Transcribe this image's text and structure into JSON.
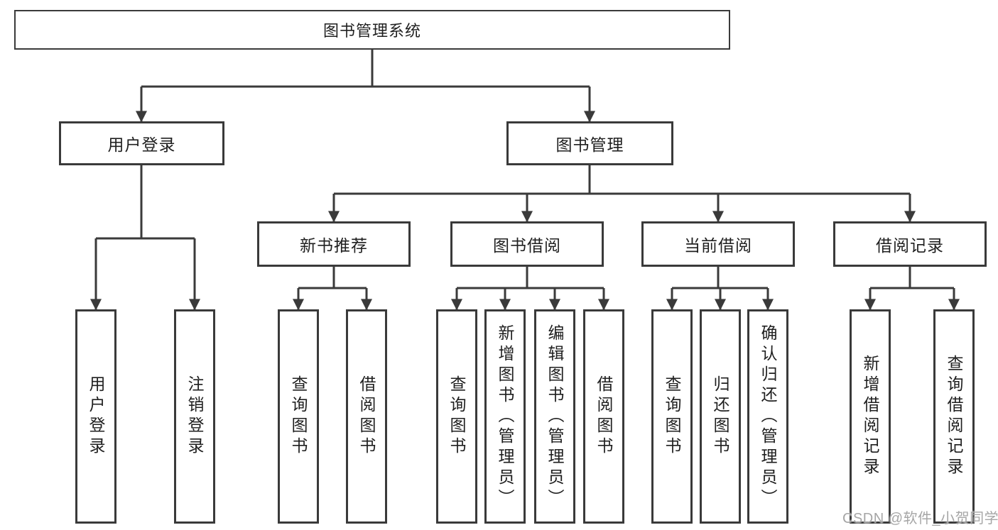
{
  "diagram": {
    "root": {
      "label": "图书管理系统",
      "children": [
        {
          "label": "用户登录",
          "children": [
            {
              "label": "用户登录"
            },
            {
              "label": "注销登录"
            }
          ]
        },
        {
          "label": "图书管理",
          "children": [
            {
              "label": "新书推荐",
              "children": [
                {
                  "label": "查询图书"
                },
                {
                  "label": "借阅图书"
                }
              ]
            },
            {
              "label": "图书借阅",
              "children": [
                {
                  "label": "查询图书"
                },
                {
                  "label": "新增图书（管理员）"
                },
                {
                  "label": "编辑图书（管理员）"
                },
                {
                  "label": "借阅图书"
                }
              ]
            },
            {
              "label": "当前借阅",
              "children": [
                {
                  "label": "查询图书"
                },
                {
                  "label": "归还图书"
                },
                {
                  "label": "确认归还（管理员）"
                }
              ]
            },
            {
              "label": "借阅记录",
              "children": [
                {
                  "label": "新增借阅记录"
                },
                {
                  "label": "查询借阅记录"
                }
              ]
            }
          ]
        }
      ]
    }
  },
  "watermark": {
    "text": "CSDN @软件_小贺同学"
  },
  "colors": {
    "line": "#3a3a3a",
    "box_border": "#3a3a3a",
    "text": "#1f1f1f",
    "watermark": "#a6a6a6",
    "background": "#ffffff"
  }
}
